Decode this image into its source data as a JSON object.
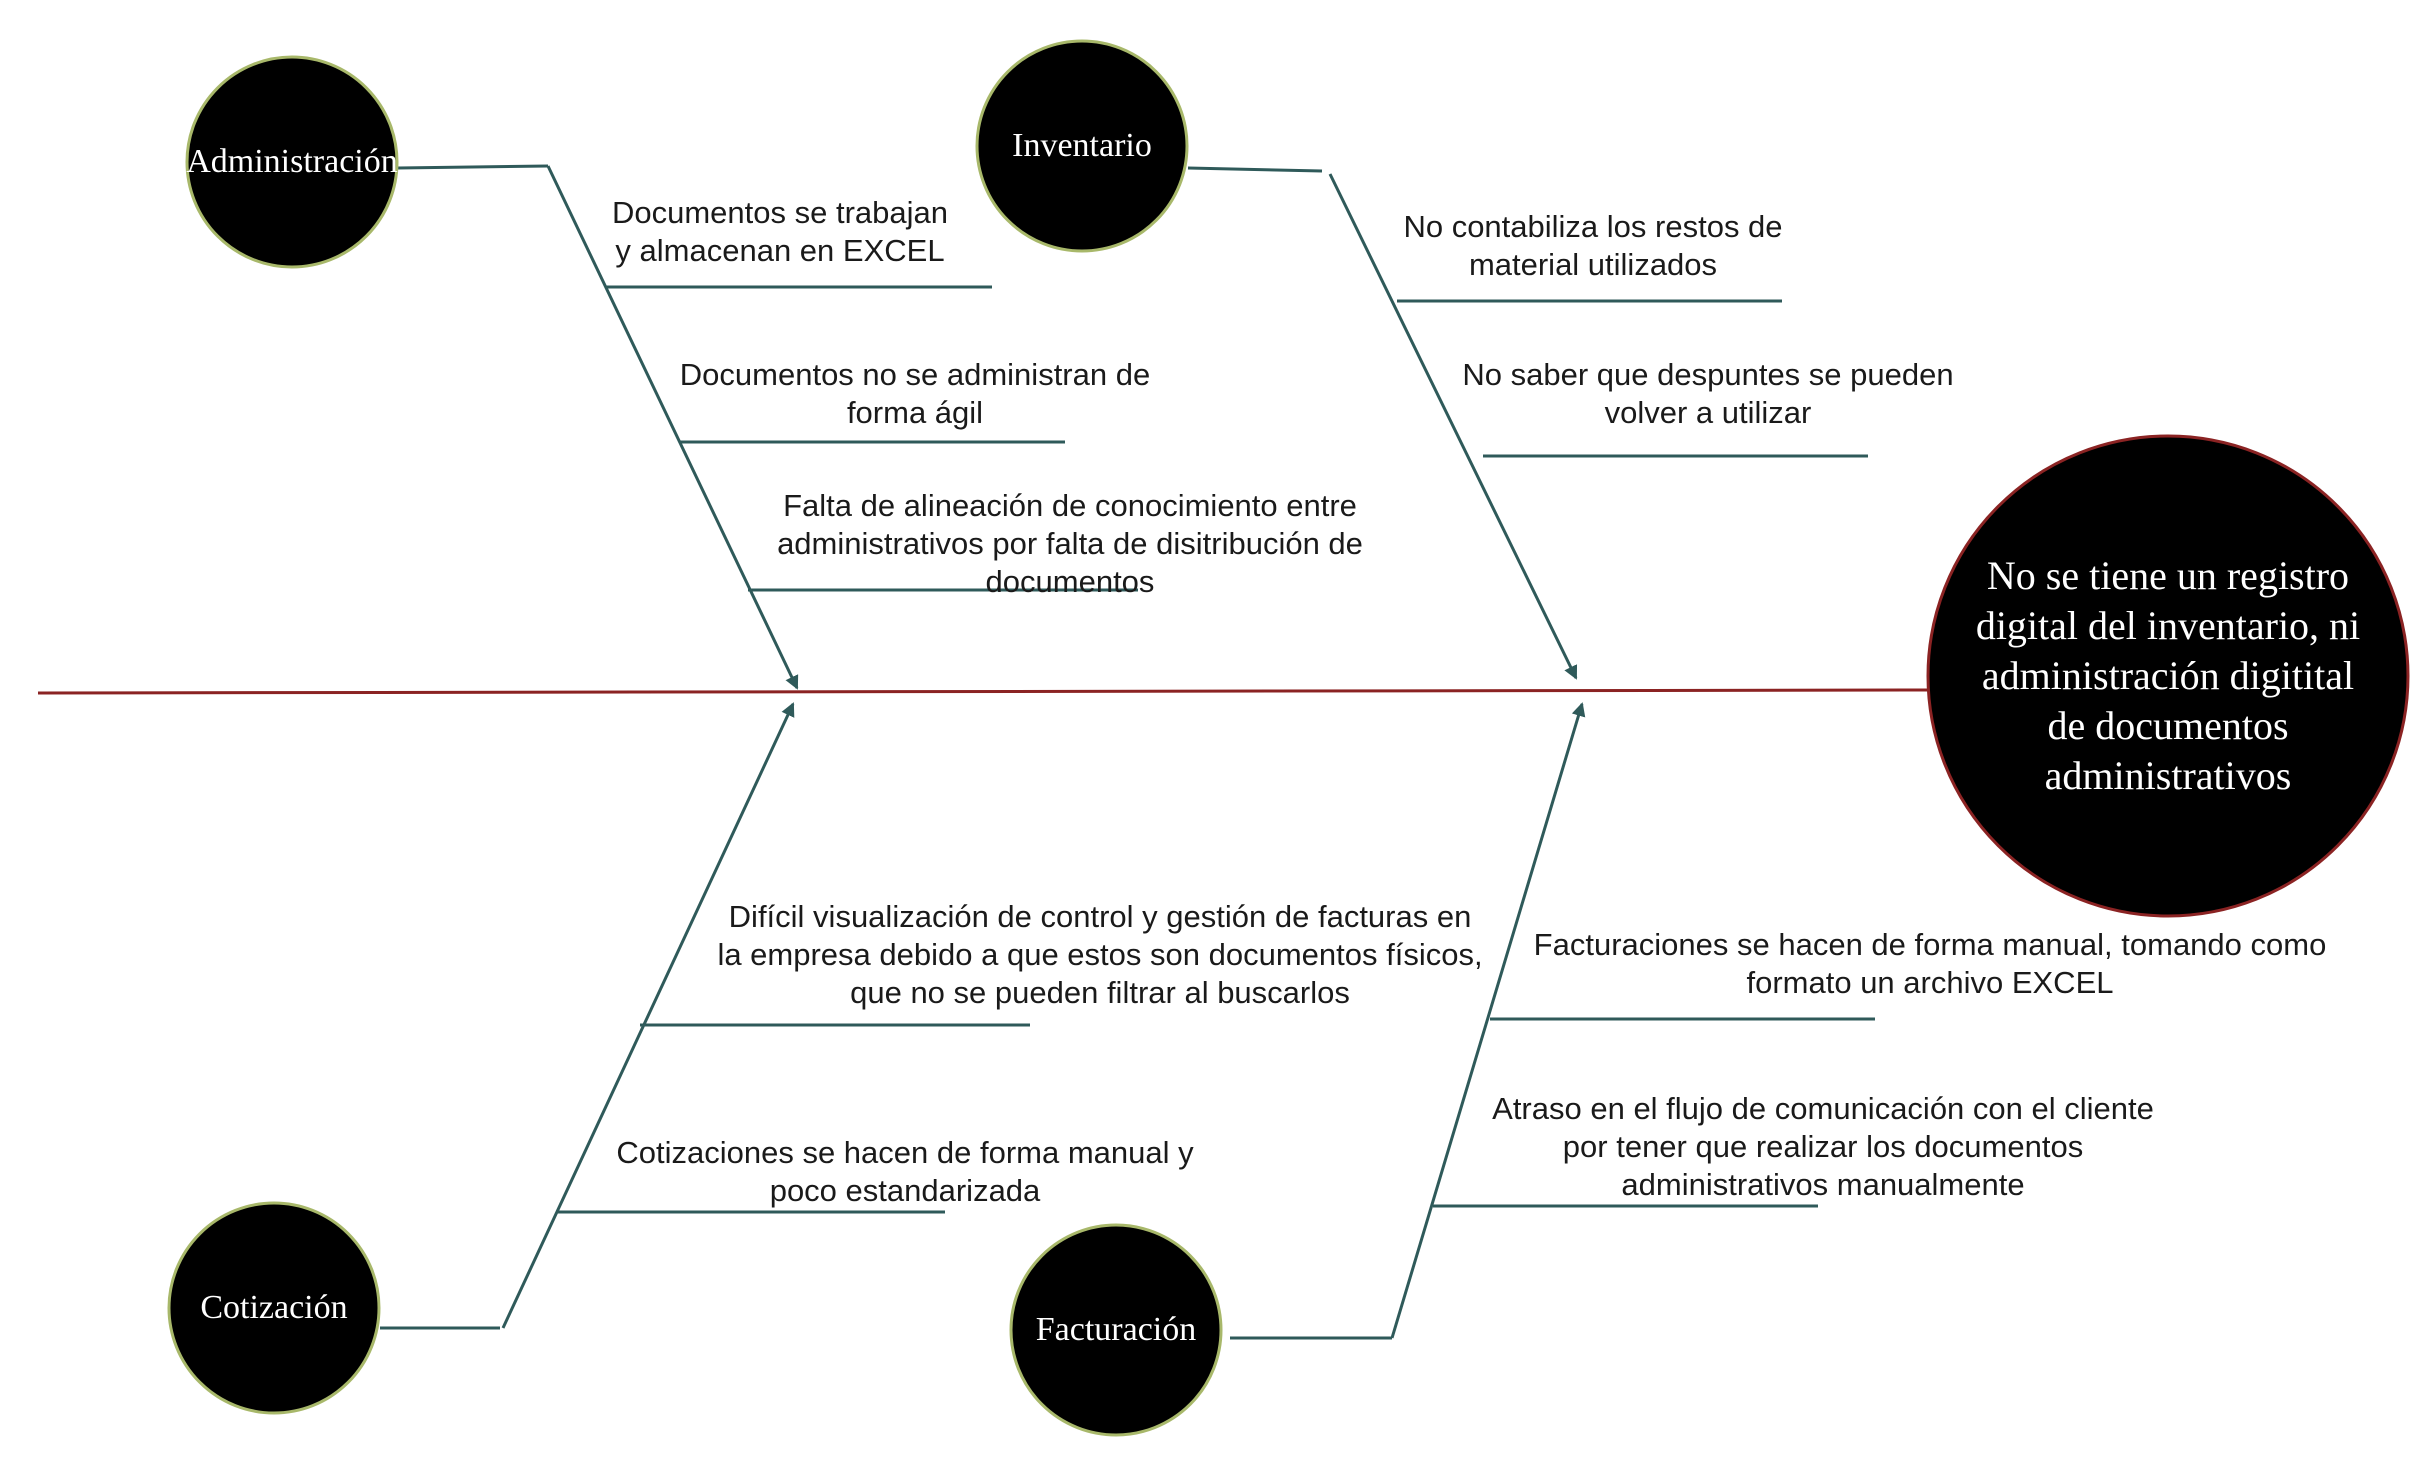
{
  "diagram": {
    "effect": {
      "lines": [
        "No se tiene un registro",
        "digital del inventario, ni",
        "administración digitital",
        "de documentos",
        "administrativos"
      ]
    },
    "categories": {
      "administracion": "Administración",
      "inventario": "Inventario",
      "cotizacion": "Cotización",
      "facturacion": "Facturación"
    },
    "causes": {
      "administracion": [
        [
          "Documentos se trabajan",
          "y almacenan en EXCEL"
        ],
        [
          "Documentos no se administran de",
          "forma ágil"
        ],
        [
          "Falta de alineación de conocimiento entre",
          "administrativos por falta de disitribución de",
          "documentos"
        ]
      ],
      "inventario": [
        [
          "No contabiliza los restos de",
          "material utilizados"
        ],
        [
          "No saber que despuntes se pueden",
          "volver a utilizar"
        ]
      ],
      "cotizacion": [
        [
          "Difícil visualización de control y gestión de facturas en",
          "la empresa debido a que estos son documentos físicos,",
          "que no se pueden filtrar al buscarlos"
        ],
        [
          "Cotizaciones  se hacen de forma manual y",
          "poco estandarizada"
        ]
      ],
      "facturacion": [
        [
          "Facturaciones se hacen de forma manual, tomando como",
          "formato un archivo EXCEL"
        ],
        [
          "Atraso en el flujo de comunicación con el cliente",
          "por tener que realizar los documentos",
          "administrativos manualmente"
        ]
      ]
    },
    "colors": {
      "spine": "#8b2323",
      "bone": "#2f5a5a",
      "category_circle": "#000000",
      "category_border": "#a8b86a",
      "effect_border": "#8b2323"
    }
  }
}
